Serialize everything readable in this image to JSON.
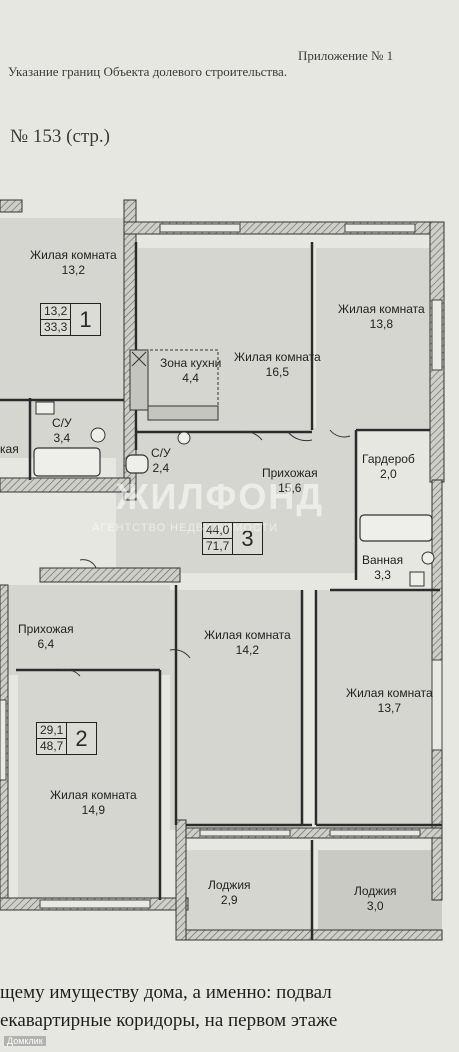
{
  "header": {
    "appendix": "Приложение № 1",
    "subtitle": "Указание границ Объекта долевого строительства.",
    "section": "№ 153 (стр.)"
  },
  "rooms": [
    {
      "id": "a1-living",
      "name": "Жилая комната",
      "area": "13,2"
    },
    {
      "id": "a1-bath",
      "name": "С/У",
      "area": "3,4"
    },
    {
      "id": "a1-hall",
      "name": "кая",
      "area": ""
    },
    {
      "id": "a3-kitchen",
      "name": "Зона кухни",
      "area": "4,4"
    },
    {
      "id": "a3-living-a",
      "name": "Жилая комната",
      "area": "16,5"
    },
    {
      "id": "a3-living-b",
      "name": "Жилая комната",
      "area": "13,8"
    },
    {
      "id": "a3-wc",
      "name": "С/У",
      "area": "2,4"
    },
    {
      "id": "a3-hall",
      "name": "Прихожая",
      "area": "15,6"
    },
    {
      "id": "a3-wardrobe",
      "name": "Гардероб",
      "area": "2,0"
    },
    {
      "id": "a3-bath",
      "name": "Ванная",
      "area": "3,3"
    },
    {
      "id": "a2-hall",
      "name": "Прихожая",
      "area": "6,4"
    },
    {
      "id": "a2-living-a",
      "name": "Жилая комната",
      "area": "14,2"
    },
    {
      "id": "a3-living-c",
      "name": "Жилая комната",
      "area": "13,7"
    },
    {
      "id": "a2-living-b",
      "name": "Жилая комната",
      "area": "14,9"
    },
    {
      "id": "loggia-a",
      "name": "Лоджия",
      "area": "2,9"
    },
    {
      "id": "loggia-b",
      "name": "Лоджия",
      "area": "3,0"
    }
  ],
  "apartments": [
    {
      "living": "13,2",
      "total": "33,3",
      "number": "1"
    },
    {
      "living": "44,0",
      "total": "71,7",
      "number": "3"
    },
    {
      "living": "29,1",
      "total": "48,7",
      "number": "2"
    }
  ],
  "watermark": {
    "brand": "ЖИЛФОНД",
    "tagline": "АГЕНТСТВО НЕДВИЖИМОСТИ"
  },
  "footer": {
    "line1": "щему имуществу дома, а именно: подвал",
    "line2": "екавартирные коридоры, на первом этаже"
  },
  "corner_mark": "Домклик"
}
